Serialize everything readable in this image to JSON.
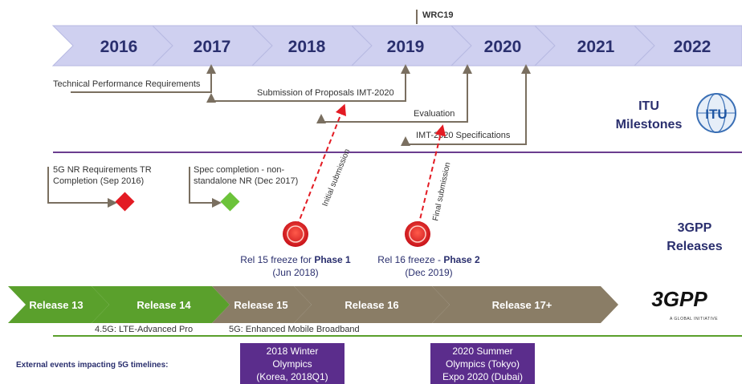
{
  "top_marker": "WRC19",
  "years": [
    "2016",
    "2017",
    "2018",
    "2019",
    "2020",
    "2021",
    "2022"
  ],
  "itu": {
    "milestones_title_line1": "ITU",
    "milestones_title_line2": "Milestones",
    "logo_text": "ITU",
    "items": [
      "Technical Performance Requirements",
      "Submission of Proposals IMT-2020",
      "Evaluation",
      "IMT-2020 Specifications"
    ]
  },
  "threegpp": {
    "title_line1": "3GPP",
    "title_line2": "Releases",
    "logo_text": "3GPP",
    "logo_tagline": "A GLOBAL INITIATIVE",
    "milestones": [
      {
        "line1": "5G NR Requirements TR",
        "line2": "Completion (Sep 2016)"
      },
      {
        "line1": "Spec completion - non-",
        "line2": "standalone NR (Dec 2017)"
      }
    ],
    "freezes": [
      {
        "prefix": "Rel 15  freeze for ",
        "bold": "Phase 1",
        "line2": "(Jun 2018)"
      },
      {
        "prefix": "Rel 16 freeze - ",
        "bold": "Phase 2",
        "line2": "(Dec 2019)"
      }
    ],
    "submissions": [
      "Initial submission",
      "Final submission"
    ]
  },
  "releases": [
    "Release 13",
    "Release 14",
    "Release 15",
    "Release 16",
    "Release 17+"
  ],
  "release_notes": [
    "4.5G: LTE-Advanced Pro",
    "5G: Enhanced Mobile Broadband"
  ],
  "external": {
    "label": "External events impacting 5G timelines:",
    "events": [
      [
        "2018 Winter",
        "Olympics",
        "(Korea, 2018Q1)"
      ],
      [
        "2020 Summer",
        "Olympics (Tokyo)",
        "Expo 2020 (Dubai)"
      ]
    ]
  },
  "colors": {
    "year_fill": "#cfd0f0",
    "year_text": "#2a2f6e",
    "divider_purple": "#6a3d8f",
    "green_release": "#5aa02c",
    "brown_release": "#8a7d66",
    "event_box": "#5b2d8c",
    "milestone_red": "#e31b23",
    "milestone_green": "#6cc33a",
    "arrow_gray": "#7a6f60"
  }
}
